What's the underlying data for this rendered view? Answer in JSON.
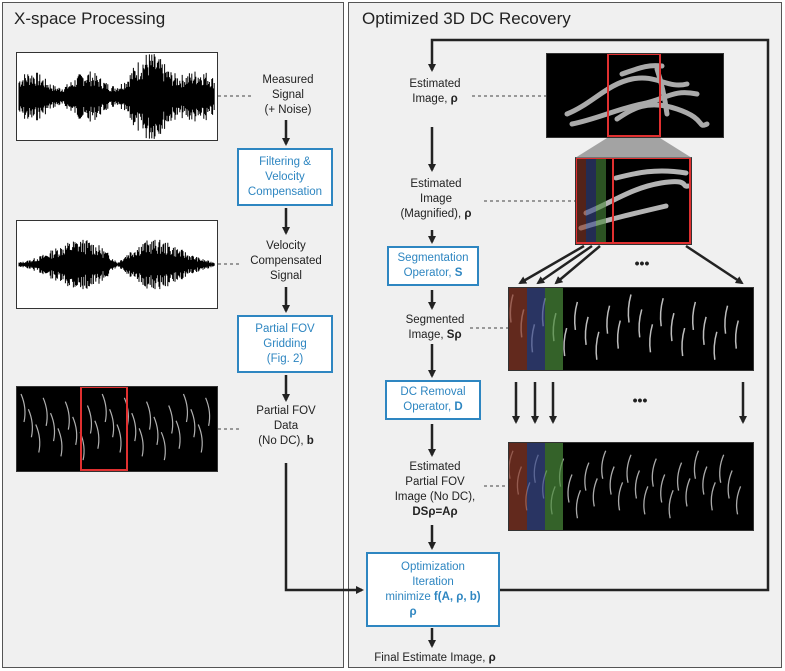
{
  "left_panel": {
    "title": "X-space Processing",
    "measured": [
      "Measured",
      "Signal",
      "(+ Noise)"
    ],
    "filter_box": [
      "Filtering &",
      "Velocity",
      "Compensation"
    ],
    "velocity": [
      "Velocity",
      "Compensated",
      "Signal"
    ],
    "gridding_box": [
      "Partial FOV",
      "Gridding",
      "(Fig. 2)"
    ],
    "partial": [
      "Partial FOV",
      "Data",
      "(No DC),",
      "b"
    ]
  },
  "right_panel": {
    "title": "Optimized 3D DC Recovery",
    "est_image": [
      "Estimated",
      "Image,",
      "ρ"
    ],
    "est_mag": [
      "Estimated",
      "Image",
      "(Magnified),",
      "ρ"
    ],
    "seg_box": [
      "Segmentation",
      "Operator,",
      "S"
    ],
    "segmented": [
      "Segmented",
      "Image,",
      "Sρ"
    ],
    "dc_box": [
      "DC Removal",
      "Operator,",
      "D"
    ],
    "est_pfov": [
      "Estimated",
      "Partial FOV",
      "Image (No DC),",
      "DSρ=Aρ"
    ],
    "opt_box": [
      "Optimization",
      "Iteration",
      "minimize",
      "f(A, ρ, b)",
      "ρ"
    ],
    "final": [
      "Final Estimate Image,",
      "ρ"
    ],
    "ellipsis": "•••"
  },
  "colors": {
    "accent": "#2e86c1",
    "highlight": "#e03030",
    "seg_red": "#8b3a2a",
    "seg_blue": "#3a4a8b",
    "seg_green": "#4a8b3a"
  }
}
